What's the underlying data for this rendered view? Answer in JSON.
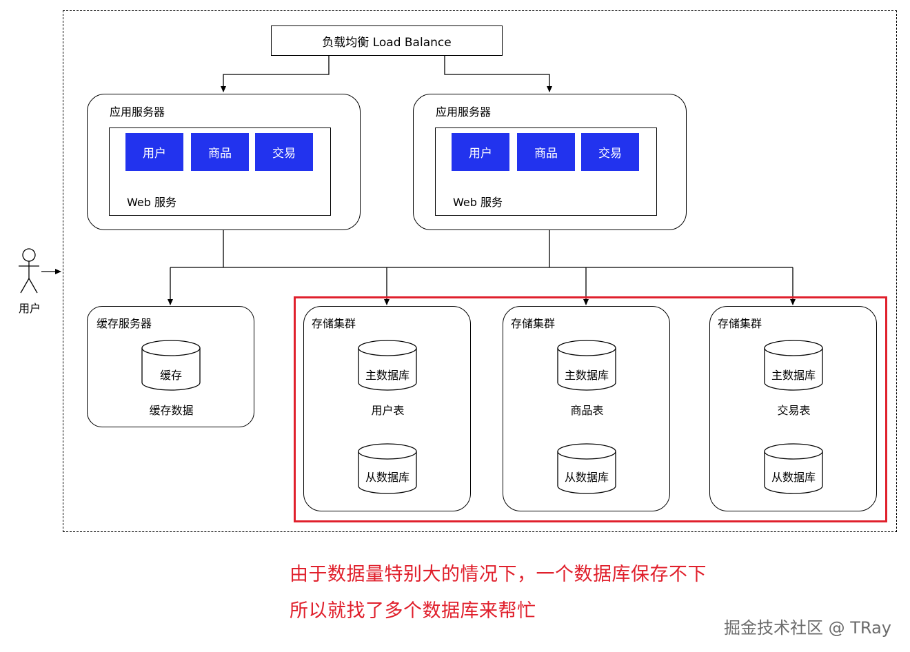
{
  "load_balancer": {
    "label": "负载均衡 Load Balance"
  },
  "app_servers": [
    {
      "title": "应用服务器",
      "modules": [
        "用户",
        "商品",
        "交易"
      ],
      "web_label": "Web 服务"
    },
    {
      "title": "应用服务器",
      "modules": [
        "用户",
        "商品",
        "交易"
      ],
      "web_label": "Web 服务"
    }
  ],
  "user": {
    "label": "用户"
  },
  "cache_server": {
    "title": "缓存服务器",
    "db_label": "缓存",
    "caption": "缓存数据"
  },
  "storage_clusters": [
    {
      "title": "存储集群",
      "master_db": "主数据库",
      "table": "用户表",
      "slave_db": "从数据库"
    },
    {
      "title": "存储集群",
      "master_db": "主数据库",
      "table": "商品表",
      "slave_db": "从数据库"
    },
    {
      "title": "存储集群",
      "master_db": "主数据库",
      "table": "交易表",
      "slave_db": "从数据库"
    }
  ],
  "annotation": {
    "line1": "由于数据量特别大的情况下，一个数据库保存不下",
    "line2": "所以就找了多个数据库来帮忙"
  },
  "watermark": "掘金技术社区 @ TRay",
  "colors": {
    "module_blue": "#2233ee",
    "highlight_red": "#e0202c"
  }
}
